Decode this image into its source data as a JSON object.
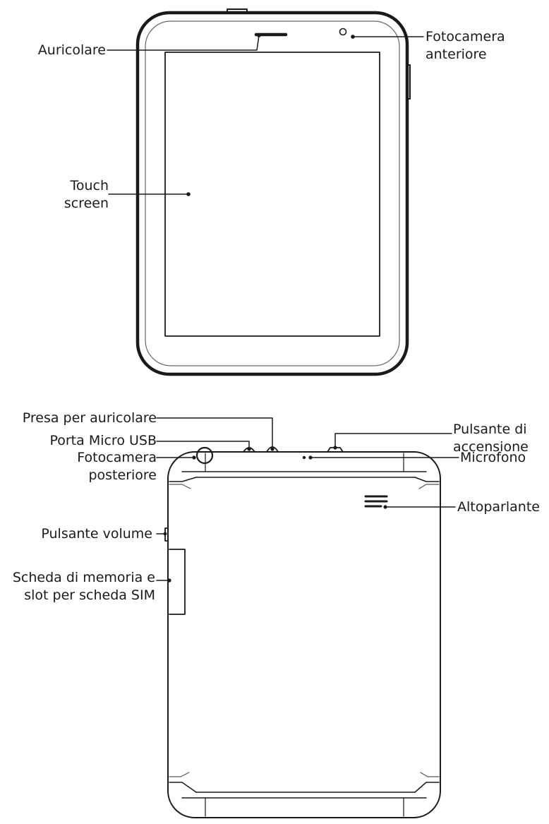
{
  "front_view": {
    "labels": {
      "earpiece": "Auricolare",
      "front_camera": [
        "Fotocamera",
        "anteriore"
      ],
      "touch_screen": [
        "Touch",
        "screen"
      ]
    }
  },
  "back_view": {
    "labels": {
      "headset_jack": "Presa per auricolare",
      "micro_usb_port": "Porta Micro USB",
      "power_button": [
        "Pulsante di",
        "accensione"
      ],
      "rear_camera": [
        "Fotocamera",
        "posteriore"
      ],
      "microphone": "Microfono",
      "volume_button": "Pulsante volume",
      "speaker": "Altoparlante",
      "card_slot": [
        "Scheda di memoria e",
        "slot per scheda SIM"
      ]
    }
  }
}
